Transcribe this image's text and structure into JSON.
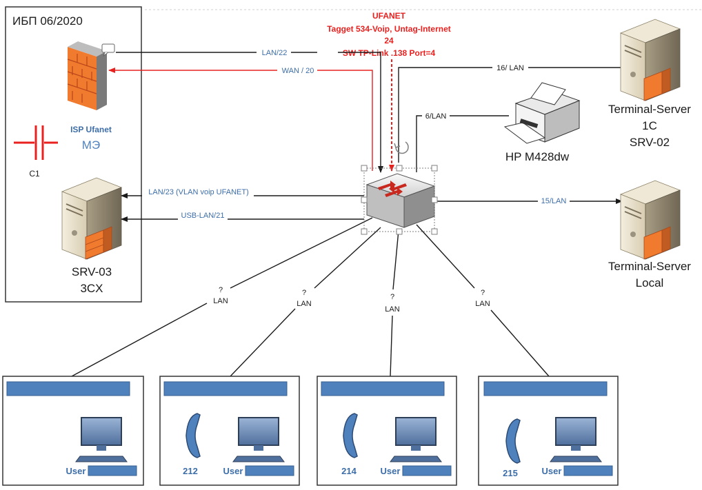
{
  "ups_box": {
    "title": "ИБП 06/2020"
  },
  "isp": {
    "name": "ISP Ufanet",
    "sub": "МЭ"
  },
  "capacitor": {
    "label": "C1"
  },
  "srv03": {
    "name": "SRV-03",
    "sub": "3CX"
  },
  "uplink": {
    "line1": "UFANET",
    "line2": "Tagget 534-Voip, Untag-Internet",
    "line3": "24",
    "line4": "SW TP-Link .138 Port=4"
  },
  "links": {
    "lan22": "LAN/22",
    "wan20": "WAN / 20",
    "lan16": "16/ LAN",
    "lan6": "6/LAN",
    "lan23": "LAN/23 (VLAN voip UFANET)",
    "usb21": "USB-LAN/21",
    "lan15": "15/LAN",
    "q": "?",
    "lan": "LAN"
  },
  "printer": {
    "name": "HP M428dw"
  },
  "ts1c": {
    "line1": "Terminal-Server",
    "line2": "1C",
    "line3": "SRV-02"
  },
  "tslocal": {
    "line1": "Terminal-Server",
    "line2": "Local"
  },
  "workstations": [
    {
      "user_label": "User",
      "phone": ""
    },
    {
      "user_label": "User",
      "phone": "212"
    },
    {
      "user_label": "User",
      "phone": "214"
    },
    {
      "user_label": "User",
      "phone": "215"
    }
  ],
  "colors": {
    "accent_blue": "#4f81bd",
    "uplink_red": "#e8211f"
  }
}
